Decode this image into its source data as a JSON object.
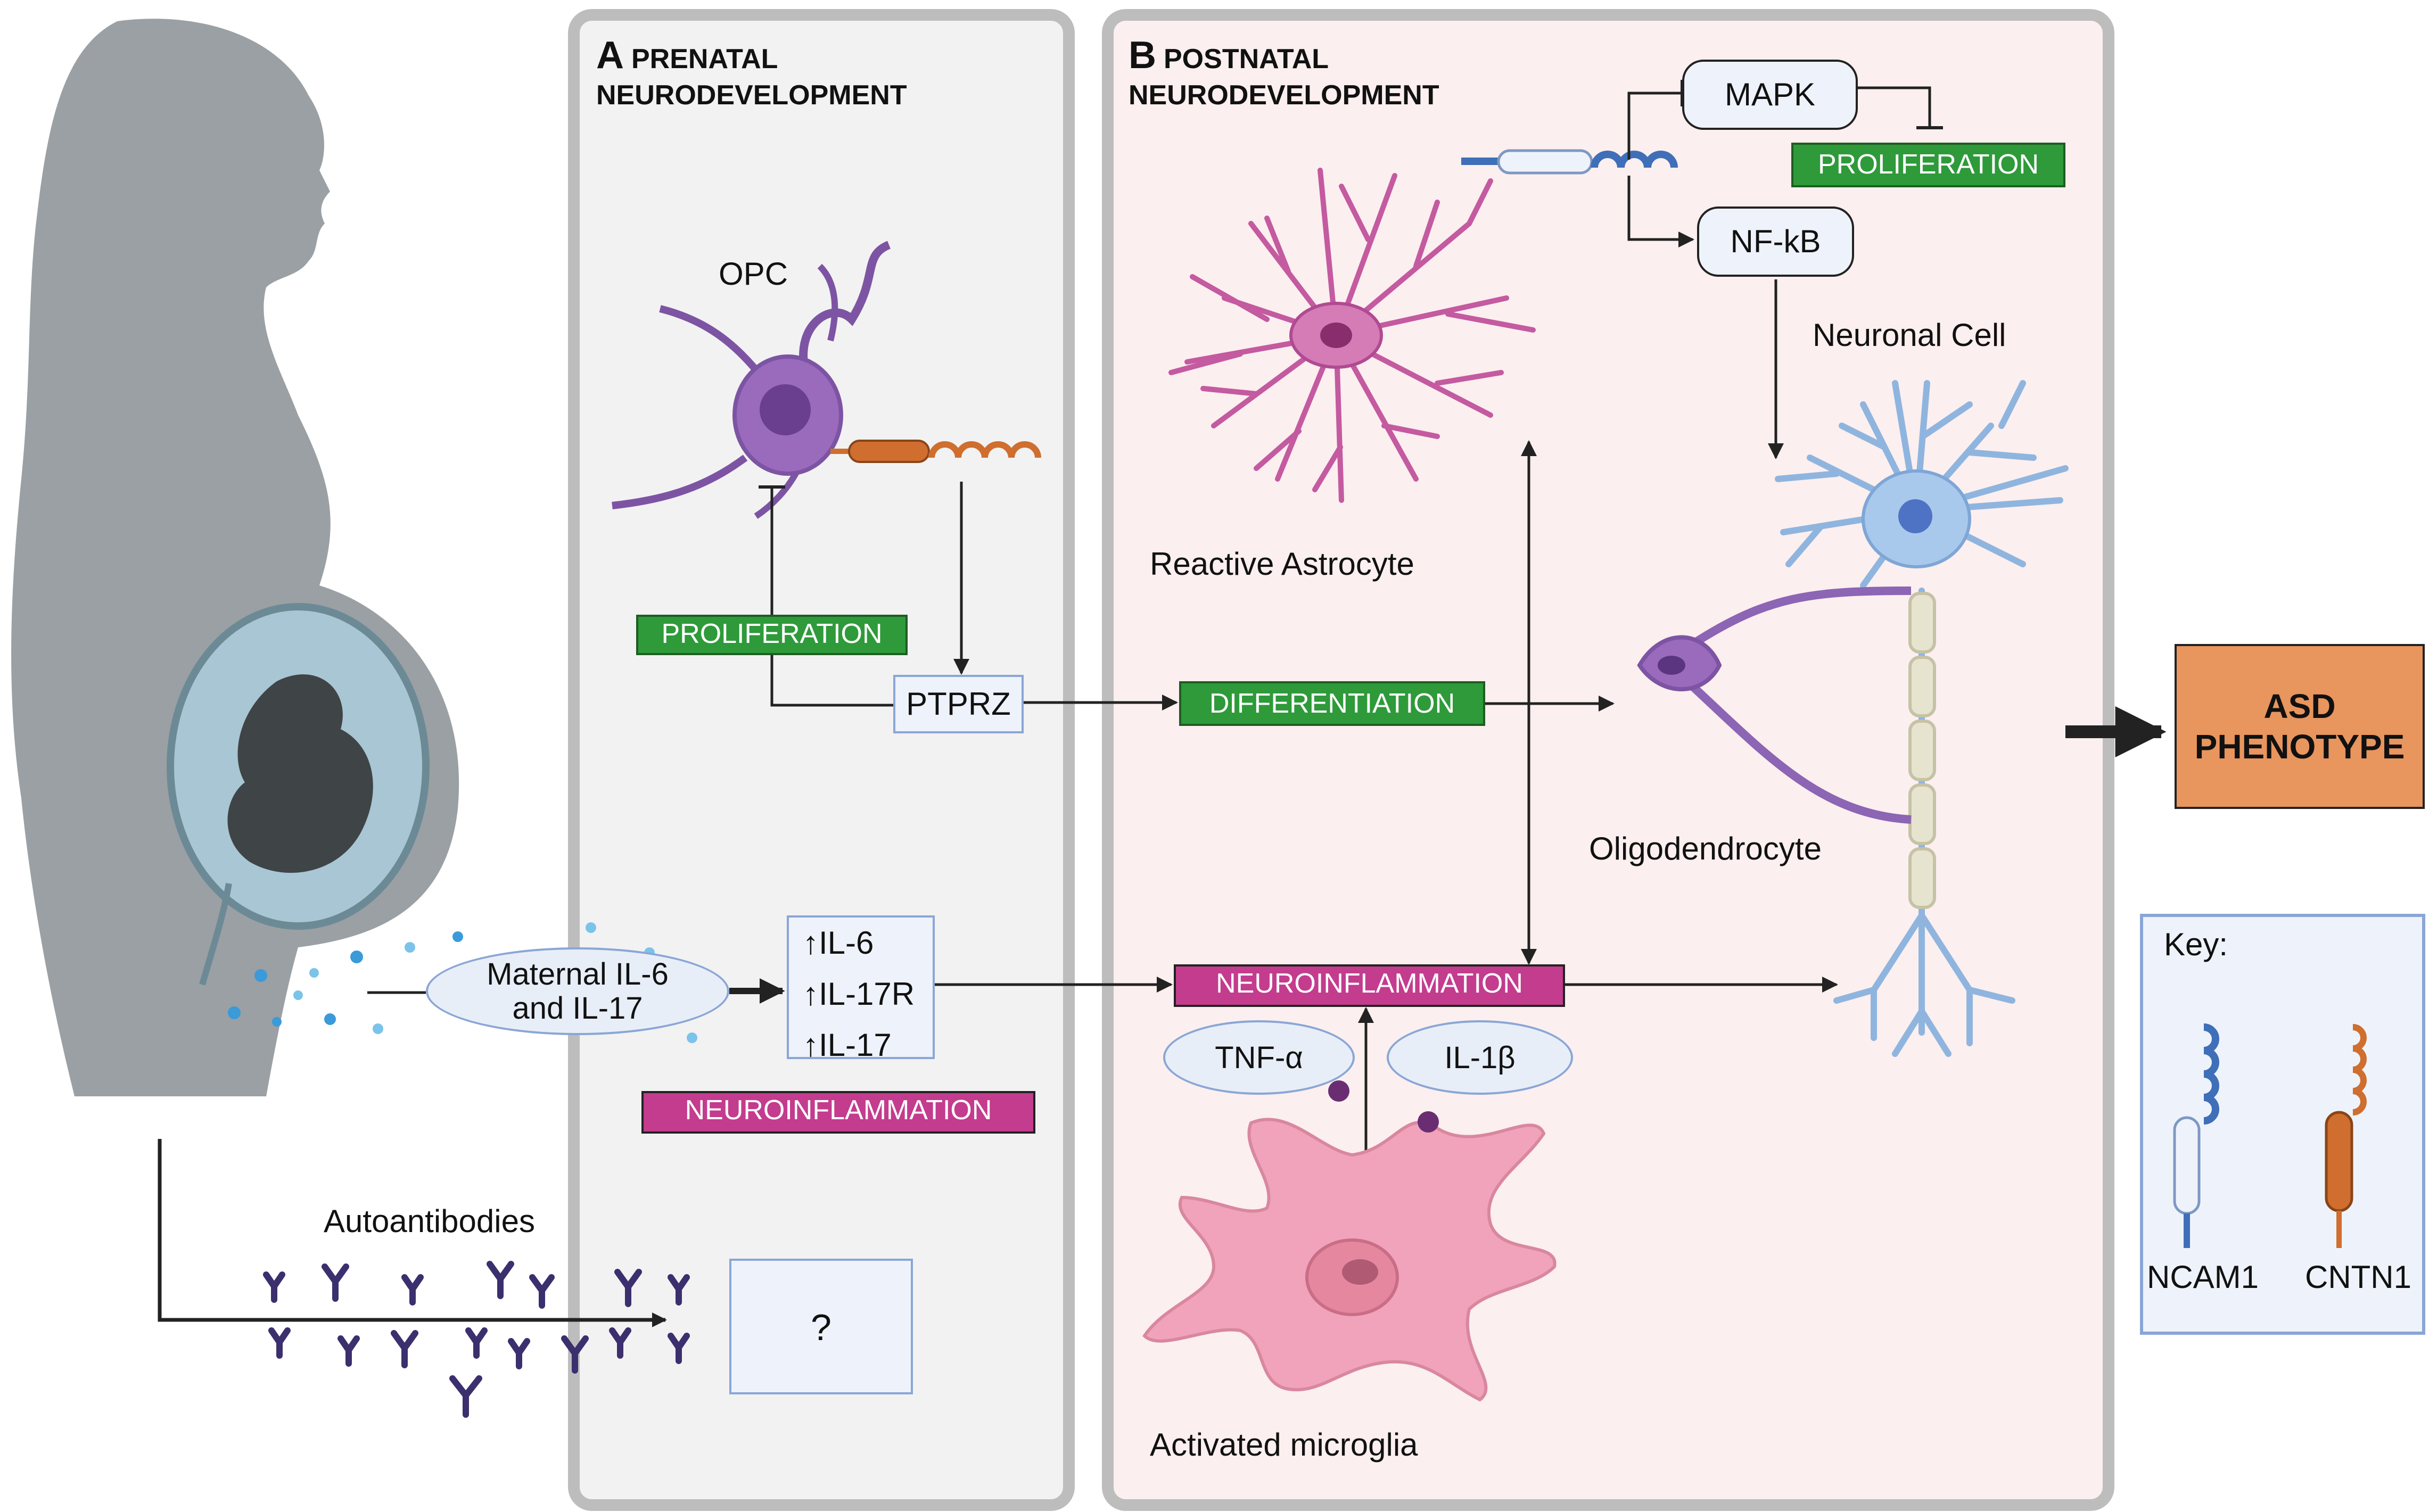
{
  "panels": {
    "a": {
      "letter": "A",
      "title_line1": "PRENATAL",
      "title_line2": "NEURODEVELOPMENT"
    },
    "b": {
      "letter": "B",
      "title_line1": "POSTNATAL",
      "title_line2": "NEURODEVELOPMENT"
    }
  },
  "prenatal": {
    "opc_label": "OPC",
    "proliferation": "PROLIFERATION",
    "ptprz": "PTPRZ",
    "maternal_line1": "Maternal IL-6",
    "maternal_line2": "and IL-17",
    "il_items": [
      "↑IL-6",
      "↑IL-17R",
      "↑IL-17"
    ],
    "neuroinflammation": "NEUROINFLAMMATION",
    "autoantibodies": "Autoantibodies",
    "unknown": "?"
  },
  "postnatal": {
    "mapk": "MAPK",
    "proliferation": "PROLIFERATION",
    "nfkb": "NF-kB",
    "neuronal_cell": "Neuronal Cell",
    "reactive_astrocyte": "Reactive Astrocyte",
    "differentiation": "DIFFERENTIATION",
    "oligodendrocyte": "Oligodendrocyte",
    "neuroinflammation": "NEUROINFLAMMATION",
    "tnf": "TNF-α",
    "il1b": "IL-1β",
    "activated_microglia": "Activated microglia"
  },
  "outcome": {
    "line1": "ASD",
    "line2": "PHENOTYPE"
  },
  "key": {
    "title": "Key:",
    "ncam1": "NCAM1",
    "cntn1": "CNTN1"
  },
  "colors": {
    "panel_a_bg": "#f2f2f2",
    "panel_b_bg": "#fbefef",
    "panel_border": "#bdbdbd",
    "green_box": "#2e9a3a",
    "magenta_box": "#c33c8e",
    "asd_box": "#e8955e",
    "ncam1": "#3f6fb8",
    "cntn1": "#cf6e2e",
    "silhouette": "#9aa0a3",
    "opc": "#9a6bbd",
    "astrocyte": "#c45aa0",
    "neuron": "#9cc0e6",
    "microglia": "#f0a3ba",
    "antibody": "#3b2f6e"
  }
}
